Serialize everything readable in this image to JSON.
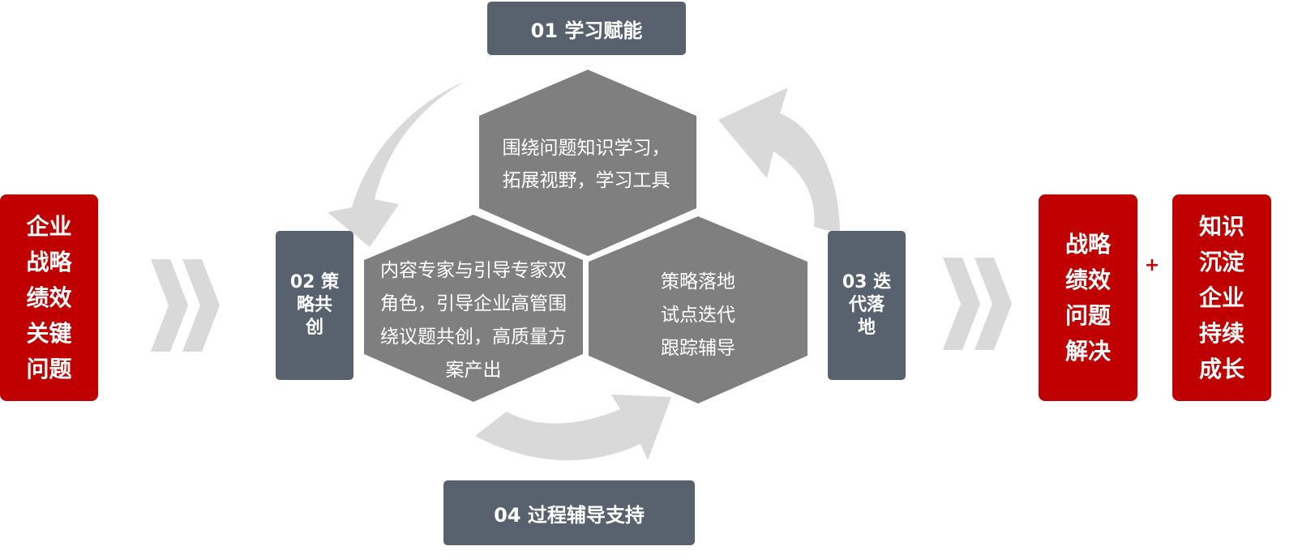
{
  "colors": {
    "step_box": "#58616e",
    "hexagon": "#7f7f7f",
    "arrow": "#d9d9d9",
    "accent_red": "#c00000",
    "text_light": "#ffffff"
  },
  "steps": {
    "learning": "01 学习赋能",
    "strategy": [
      "02 策",
      "略共",
      "创"
    ],
    "iteration": [
      "03 迭",
      "代落",
      "地"
    ],
    "support": "04 过程辅导支持"
  },
  "hexagons": {
    "top": [
      "围绕问题知识学习，",
      "拓展视野，学习工具"
    ],
    "left": [
      "内容专家与引导专家双",
      "角色，引导企业高管围",
      "绕议题共创，高质量方",
      "案产出"
    ],
    "right": [
      "策略落地",
      "试点迭代",
      "跟踪辅导"
    ]
  },
  "input_box": [
    "企业",
    "战略",
    "绩效",
    "关键",
    "问题"
  ],
  "outputs": {
    "first": [
      "战略",
      "绩效",
      "问题",
      "解决"
    ],
    "plus": "+",
    "second": [
      "知识",
      "沉淀",
      "企业",
      "持续",
      "成长"
    ]
  },
  "icons": {
    "chevron": "double-chevron-right-icon",
    "cycle_arrow": "curved-arrow-icon"
  }
}
